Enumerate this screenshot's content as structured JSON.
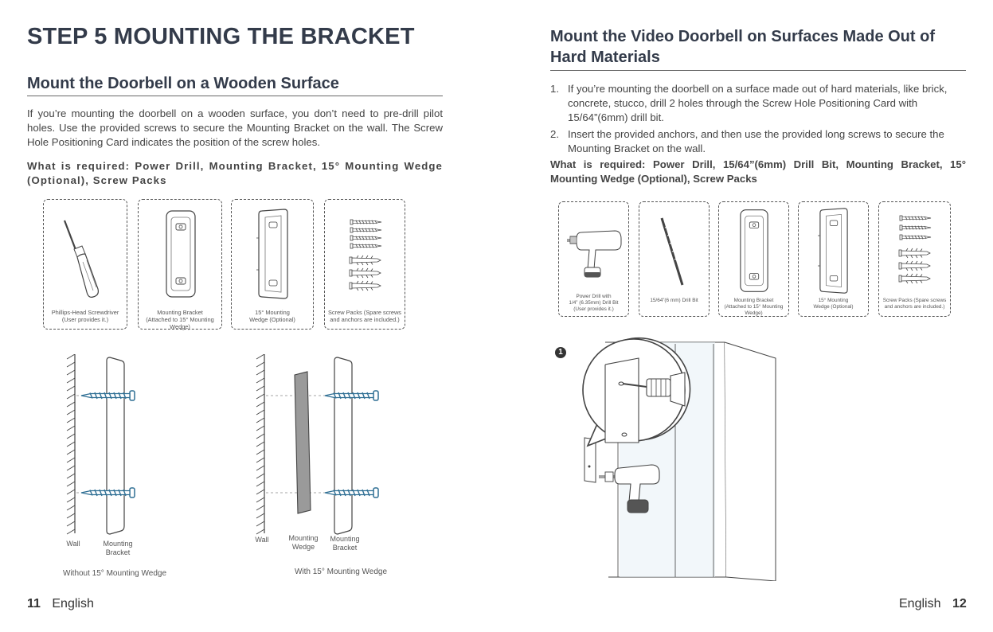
{
  "left_page": {
    "title": "STEP 5 MOUNTING THE BRACKET",
    "section_heading": "Mount the Doorbell on a Wooden Surface",
    "intro": "If you’re mounting the doorbell on a wooden surface, you don’t need to pre-drill pilot holes. Use the provided screws to secure the Mounting Bracket on the wall. The Screw Hole Positioning Card indicates the position of the screw holes.",
    "required": "What is required: Power Drill, Mounting Bracket, 15° Mounting Wedge (Optional), Screw Packs",
    "items": [
      {
        "icon": "screwdriver-icon",
        "caption_line1": "Phillips-Head Screwdriver",
        "caption_line2": "(User provides it.)"
      },
      {
        "icon": "mounting-bracket-icon",
        "caption_line1": "Mounting Bracket",
        "caption_line2": "(Attached to 15° Mounting Wedge)"
      },
      {
        "icon": "mounting-wedge-icon",
        "caption_line1": "15° Mounting",
        "caption_line2": "Wedge (Optional)"
      },
      {
        "icon": "screw-packs-icon",
        "caption_line1": "Screw Packs (Spare screws",
        "caption_line2": "and anchors are included.)"
      }
    ],
    "diagram_without": {
      "wall_label": "Wall",
      "bracket_label_line1": "Mounting",
      "bracket_label_line2": "Bracket",
      "caption": "Without 15° Mounting Wedge"
    },
    "diagram_with": {
      "wall_label": "Wall",
      "wedge_label_line1": "Mounting",
      "wedge_label_line2": "Wedge",
      "bracket_label_line1": "Mounting",
      "bracket_label_line2": "Bracket",
      "caption": "With 15° Mounting Wedge"
    },
    "footer_page_number": "11",
    "footer_language": "English"
  },
  "right_page": {
    "section_heading_line1": "Mount the Video Doorbell on Surfaces Made Out of",
    "section_heading_line2": "Hard Materials",
    "steps": [
      {
        "number": "1.",
        "text": "If you’re mounting the doorbell on a surface made out of hard materials, like brick, concrete, stucco, drill 2 holes through the Screw Hole Positioning Card with 15/64”(6mm) drill bit."
      },
      {
        "number": "2.",
        "text": "Insert the provided anchors, and then use the provided long screws to secure the Mounting Bracket on the wall."
      }
    ],
    "required": "What is required: Power Drill, 15/64”(6mm) Drill Bit, Mounting Bracket, 15° Mounting Wedge (Optional), Screw Packs",
    "items": [
      {
        "icon": "power-drill-icon",
        "caption_line1": "Power Drill with",
        "caption_line2": "1/4” (6.35mm) Drill Bit",
        "caption_line3": "(User provides it.)"
      },
      {
        "icon": "drill-bit-icon",
        "caption_line1": "15/64”(6 mm) Drill Bit"
      },
      {
        "icon": "mounting-bracket-icon",
        "caption_line1": "Mounting Bracket",
        "caption_line2": "(Attached to 15° Mounting Wedge)"
      },
      {
        "icon": "mounting-wedge-icon",
        "caption_line1": "15° Mounting",
        "caption_line2": "Wedge (Optional)"
      },
      {
        "icon": "screw-packs-icon",
        "caption_line1": "Screw Packs (Spare screws",
        "caption_line2": "and anchors are included.)"
      }
    ],
    "step_badge": "1",
    "footer_language": "English",
    "footer_page_number": "12"
  },
  "colors": {
    "heading": "#333b4a",
    "screw_blue": "#2f6f94",
    "drill_body": "#ffffff",
    "wedge_gray": "#9a9a9a"
  }
}
